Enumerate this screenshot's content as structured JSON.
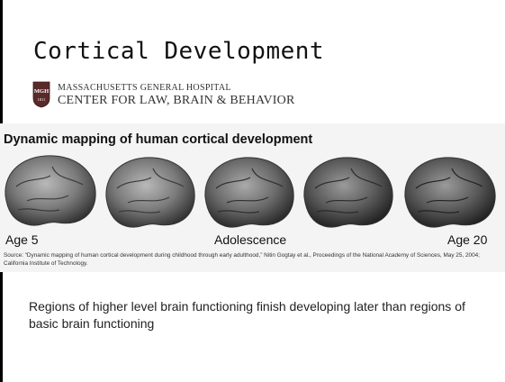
{
  "slide": {
    "title": "Cortical Development",
    "logo": {
      "seal_text": "MGH",
      "seal_year": "1811",
      "org_line1": "MASSACHUSETTS GENERAL HOSPITAL",
      "org_line2": "CENTER FOR LAW, BRAIN & BEHAVIOR"
    },
    "figure": {
      "heading": "Dynamic mapping of human cortical development",
      "labels": {
        "left": "Age 5",
        "middle": "Adolescence",
        "right": "Age 20"
      },
      "source": "Source: “Dynamic mapping of human cortical development during childhood through early adulthood,” Nitin Gogtay et al., Proceedings of the National Academy of Sciences, May 25, 2004; California Institute of Technology."
    },
    "body_text": "Regions of higher level brain functioning finish developing later than regions of basic brain functioning"
  },
  "colors": {
    "border": "#000000",
    "seal_fill": "#5a2a2a",
    "text": "#222222"
  }
}
